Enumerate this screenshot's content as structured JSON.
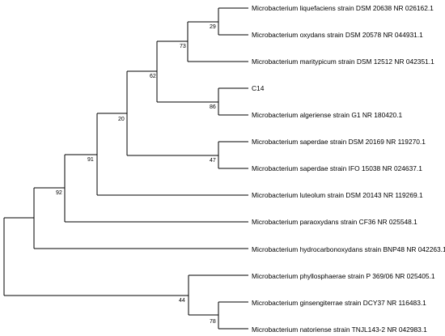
{
  "tree": {
    "taxa": [
      "Microbacterium liquefaciens strain DSM 20638 NR 026162.1",
      "Microbacterium oxydans strain DSM 20578 NR 044931.1",
      "Microbacterium maritypicum strain DSM 12512 NR 042351.1",
      "C14",
      "Microbacterium algeriense strain G1 NR 180420.1",
      "Microbacterium saperdae strain DSM 20169 NR 119270.1",
      "Microbacterium saperdae strain IFO 15038 NR 024637.1",
      "Microbacterium luteolum strain DSM 20143 NR 119269.1",
      "Microbacterium paraoxydans strain CF36 NR 025548.1",
      "Microbacterium hydrocarbonoxydans strain BNP48 NR 042263.1",
      "Microbacterium phyllosphaerae strain P 369/06 NR 025405.1",
      "Microbacterium ginsengiterrae strain DCY37 NR 116483.1",
      "Microbacterium natoriense strain TNJL143-2 NR 042983.1"
    ],
    "bootstrap": {
      "n29": "29",
      "n73": "73",
      "n62": "62",
      "n86": "86",
      "n20": "20",
      "n47": "47",
      "n91": "91",
      "n92": "92",
      "n44": "44",
      "n78": "78"
    }
  }
}
